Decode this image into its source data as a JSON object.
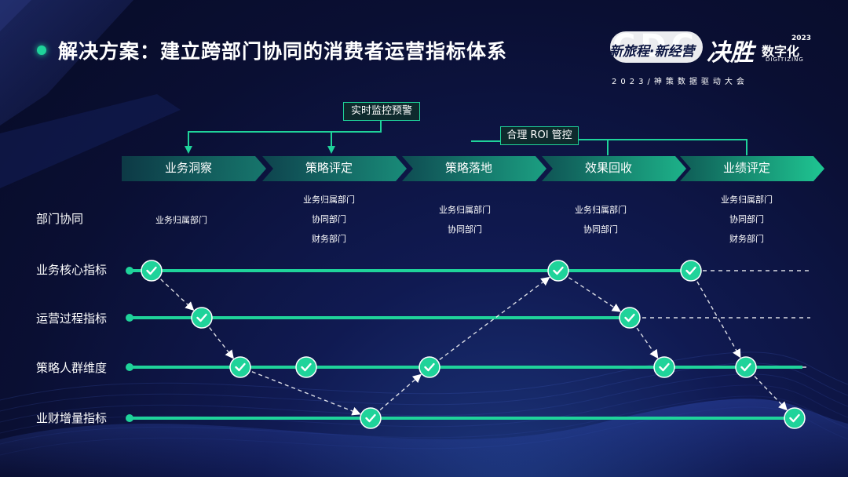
{
  "title": "解决方案：建立跨部门协同的消费者运营指标体系",
  "logo": {
    "letters": "CDC",
    "slogan": "新旅程·新经营",
    "main": "决胜",
    "sub": "数字化",
    "year": "2023",
    "sub_en": "DIGITIZING",
    "conference": "2023/神策数据驱动大会"
  },
  "top_labels": {
    "monitor": "实时监控预警",
    "roi": "合理 ROI 管控"
  },
  "stages": [
    "业务洞察",
    "策略评定",
    "策略落地",
    "效果回收",
    "业绩评定"
  ],
  "dept_row_label": "部门协同",
  "departments": [
    [
      "业务归属部门"
    ],
    [
      "业务归属部门",
      "协同部门",
      "财务部门"
    ],
    [
      "业务归属部门",
      "协同部门"
    ],
    [
      "业务归属部门",
      "协同部门"
    ],
    [
      "业务归属部门",
      "协同部门",
      "财务部门"
    ]
  ],
  "rows": [
    "业务核心指标",
    "运营过程指标",
    "策略人群维度",
    "业财增量指标"
  ],
  "colors": {
    "accent": "#1fd39a",
    "stage_dark": "#0f5c56",
    "stage_light": "#1fc893",
    "background": "#0a0f33"
  }
}
